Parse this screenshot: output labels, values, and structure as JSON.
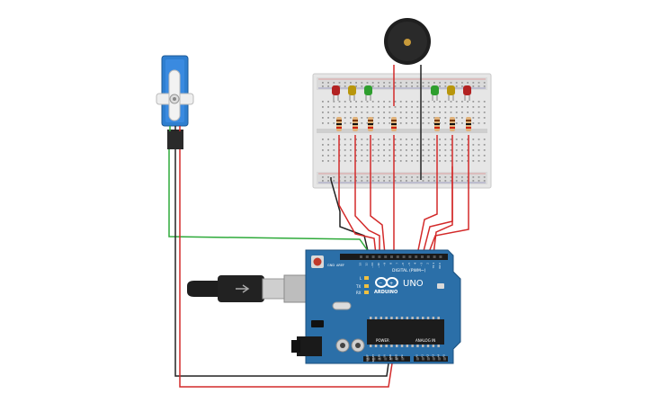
{
  "arduino": {
    "brand": "ARDUINO",
    "model": "UNO",
    "digital_label": "DIGITAL (PWM~)",
    "power_label": "POWER",
    "analog_label": "ANALOG IN",
    "led_label": "L",
    "tx_label": "TX",
    "rx_label": "RX",
    "aref_label": "AREF",
    "gnd_label": "GND",
    "digital_pins": [
      "13",
      "12",
      "~11",
      "~10",
      "~9",
      "8",
      "7",
      "~6",
      "~5",
      "4",
      "~3",
      "2",
      "TX 1",
      "RX 0"
    ],
    "power_pins": [
      "IOREF",
      "RESET",
      "3.3V",
      "5V",
      "GND",
      "GND",
      "Vin"
    ],
    "analog_pins": [
      "A0",
      "A1",
      "A2",
      "A3",
      "A4",
      "A5"
    ]
  },
  "leds": {
    "colors": [
      "#b22222",
      "#b8960c",
      "#2e9e2e",
      "#2e9e2e",
      "#b8960c",
      "#b22222"
    ]
  },
  "colors": {
    "wire_red": "#d32a2a",
    "wire_black": "#222222",
    "wire_green": "#2eaa3a",
    "board_blue": "#2b6fa8",
    "servo_blue": "#2f7fd0"
  }
}
